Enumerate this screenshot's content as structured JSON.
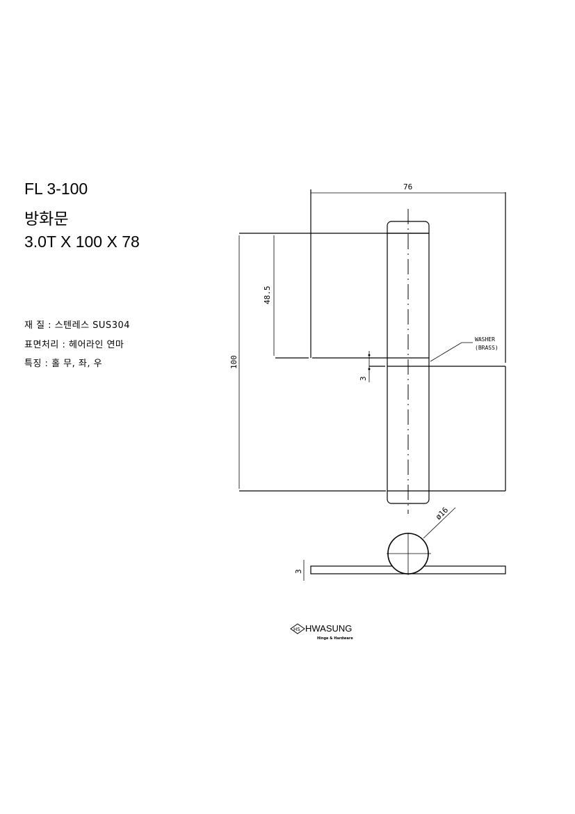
{
  "title": {
    "model": "FL 3-100",
    "name": "방화문",
    "size": "3.0T X 100 X 78"
  },
  "specs": [
    "재 질 : 스텐레스 SUS304",
    "표면처리 : 헤어라인 연마",
    "특징 : 홀 무, 좌, 우"
  ],
  "dimensions": {
    "width": "76",
    "height": "100",
    "leaf_height": "48.5",
    "washer_gap": "3",
    "thickness": "3",
    "diameter": "ø16"
  },
  "annotations": {
    "washer_line1": "WASHER",
    "washer_line2": "(BRASS)"
  },
  "logo": {
    "mark": "HS",
    "name": "HWASUNG",
    "tagline": "Hinge & Hardware"
  }
}
